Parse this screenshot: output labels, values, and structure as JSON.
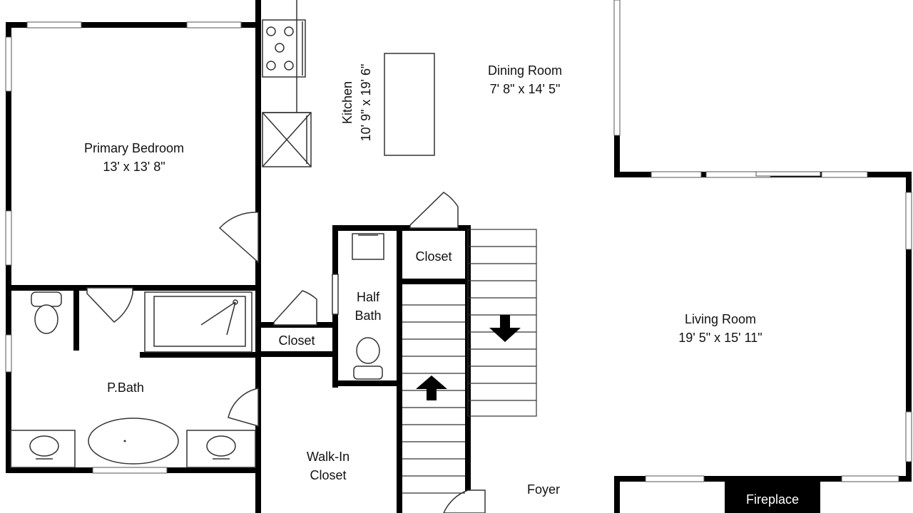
{
  "rooms": {
    "primary_bedroom": {
      "name": "Primary Bedroom",
      "dims": "13' x 13' 8\""
    },
    "kitchen": {
      "name": "Kitchen",
      "dims": "10' 9\" x 19' 6\""
    },
    "dining_room": {
      "name": "Dining Room",
      "dims": "7' 8\" x 14' 5\""
    },
    "living_room": {
      "name": "Living Room",
      "dims": "19' 5\" x 15' 11\""
    },
    "closet_top": {
      "name": "Closet"
    },
    "closet_mid": {
      "name": "Closet"
    },
    "half_bath": {
      "line1": "Half",
      "line2": "Bath"
    },
    "p_bath": {
      "name": "P.Bath"
    },
    "walk_in": {
      "line1": "Walk-In",
      "line2": "Closet"
    },
    "foyer": {
      "name": "Foyer"
    },
    "fireplace": {
      "name": "Fireplace"
    }
  },
  "colors": {
    "wall": "#000000",
    "background": "#ffffff",
    "fixture_line": "#333333"
  },
  "stairs": {
    "up_arrow": "up",
    "down_arrow": "down"
  }
}
